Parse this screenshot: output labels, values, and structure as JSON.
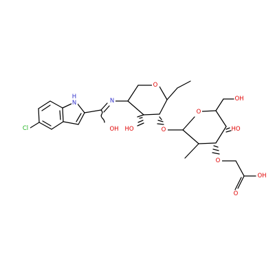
{
  "molecule": {
    "atom_labels": {
      "cl": "Cl",
      "nh_indole": "H",
      "nh_indole_n": "N",
      "n_amide": "N",
      "oh_amide": "OH",
      "o_ring1": "O",
      "oh_ring1": "HO",
      "o_glyco": "O",
      "o_ring2": "O",
      "oh_ch2": "OH",
      "oh_ring2": "HO",
      "o_ether": "O",
      "o_acid_oh": "OH",
      "o_acid_dbl": "O"
    },
    "colors": {
      "bond": "#000000",
      "chlorine": "#1fb31f",
      "nitrogen": "#3333cc",
      "oxygen": "#e00000"
    }
  }
}
